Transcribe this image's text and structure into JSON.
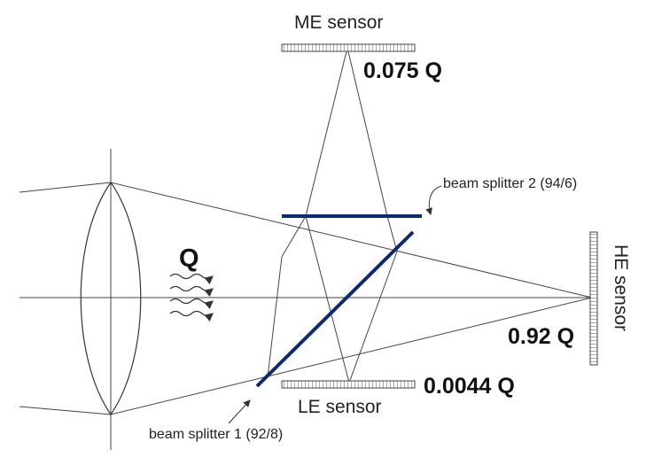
{
  "labels": {
    "me_sensor": "ME sensor",
    "le_sensor": "LE sensor",
    "he_sensor": "HE sensor",
    "beam_splitter_1": "beam splitter 1 (92/8)",
    "beam_splitter_2": "beam splitter 2 (94/6)",
    "incoming_light": "Q",
    "me_fraction": "0.075 Q",
    "le_fraction": "0.0044 Q",
    "he_fraction": "0.92 Q"
  },
  "colors": {
    "splitter": "#0d2a6e",
    "ray": "#333333"
  }
}
